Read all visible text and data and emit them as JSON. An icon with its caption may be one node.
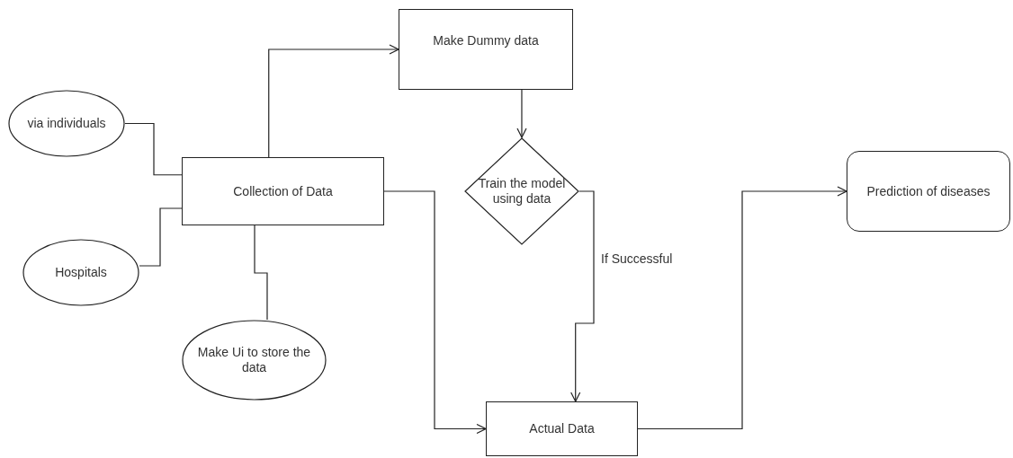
{
  "diagram": {
    "nodes": [
      {
        "text": [
          "Make Dummy data"
        ]
      },
      {
        "text": [
          "via individuals"
        ]
      },
      {
        "text": [
          "Collection of Data"
        ]
      },
      {
        "text": [
          "Train the model using data"
        ]
      },
      {
        "text": [
          "Prediction of diseases"
        ]
      },
      {
        "text": [
          "Hospitals"
        ]
      },
      {
        "text": [
          "Make Ui to store the data"
        ]
      },
      {
        "text": [
          "Actual Data"
        ]
      }
    ],
    "edges": [
      {
        "from": 1,
        "to": 2,
        "arrow": "none"
      },
      {
        "from": 5,
        "to": 2,
        "arrow": "none"
      },
      {
        "from": 6,
        "to": 2,
        "arrow": "none"
      },
      {
        "from": 2,
        "to": 0,
        "arrow": "to"
      },
      {
        "from": 2,
        "to": 7,
        "arrow": "to"
      },
      {
        "from": 0,
        "to": 3,
        "arrow": "to"
      },
      {
        "from": 3,
        "to": 7,
        "arrow": "to",
        "label": "If Successful"
      },
      {
        "from": 7,
        "to": 4,
        "arrow": "to"
      }
    ]
  }
}
